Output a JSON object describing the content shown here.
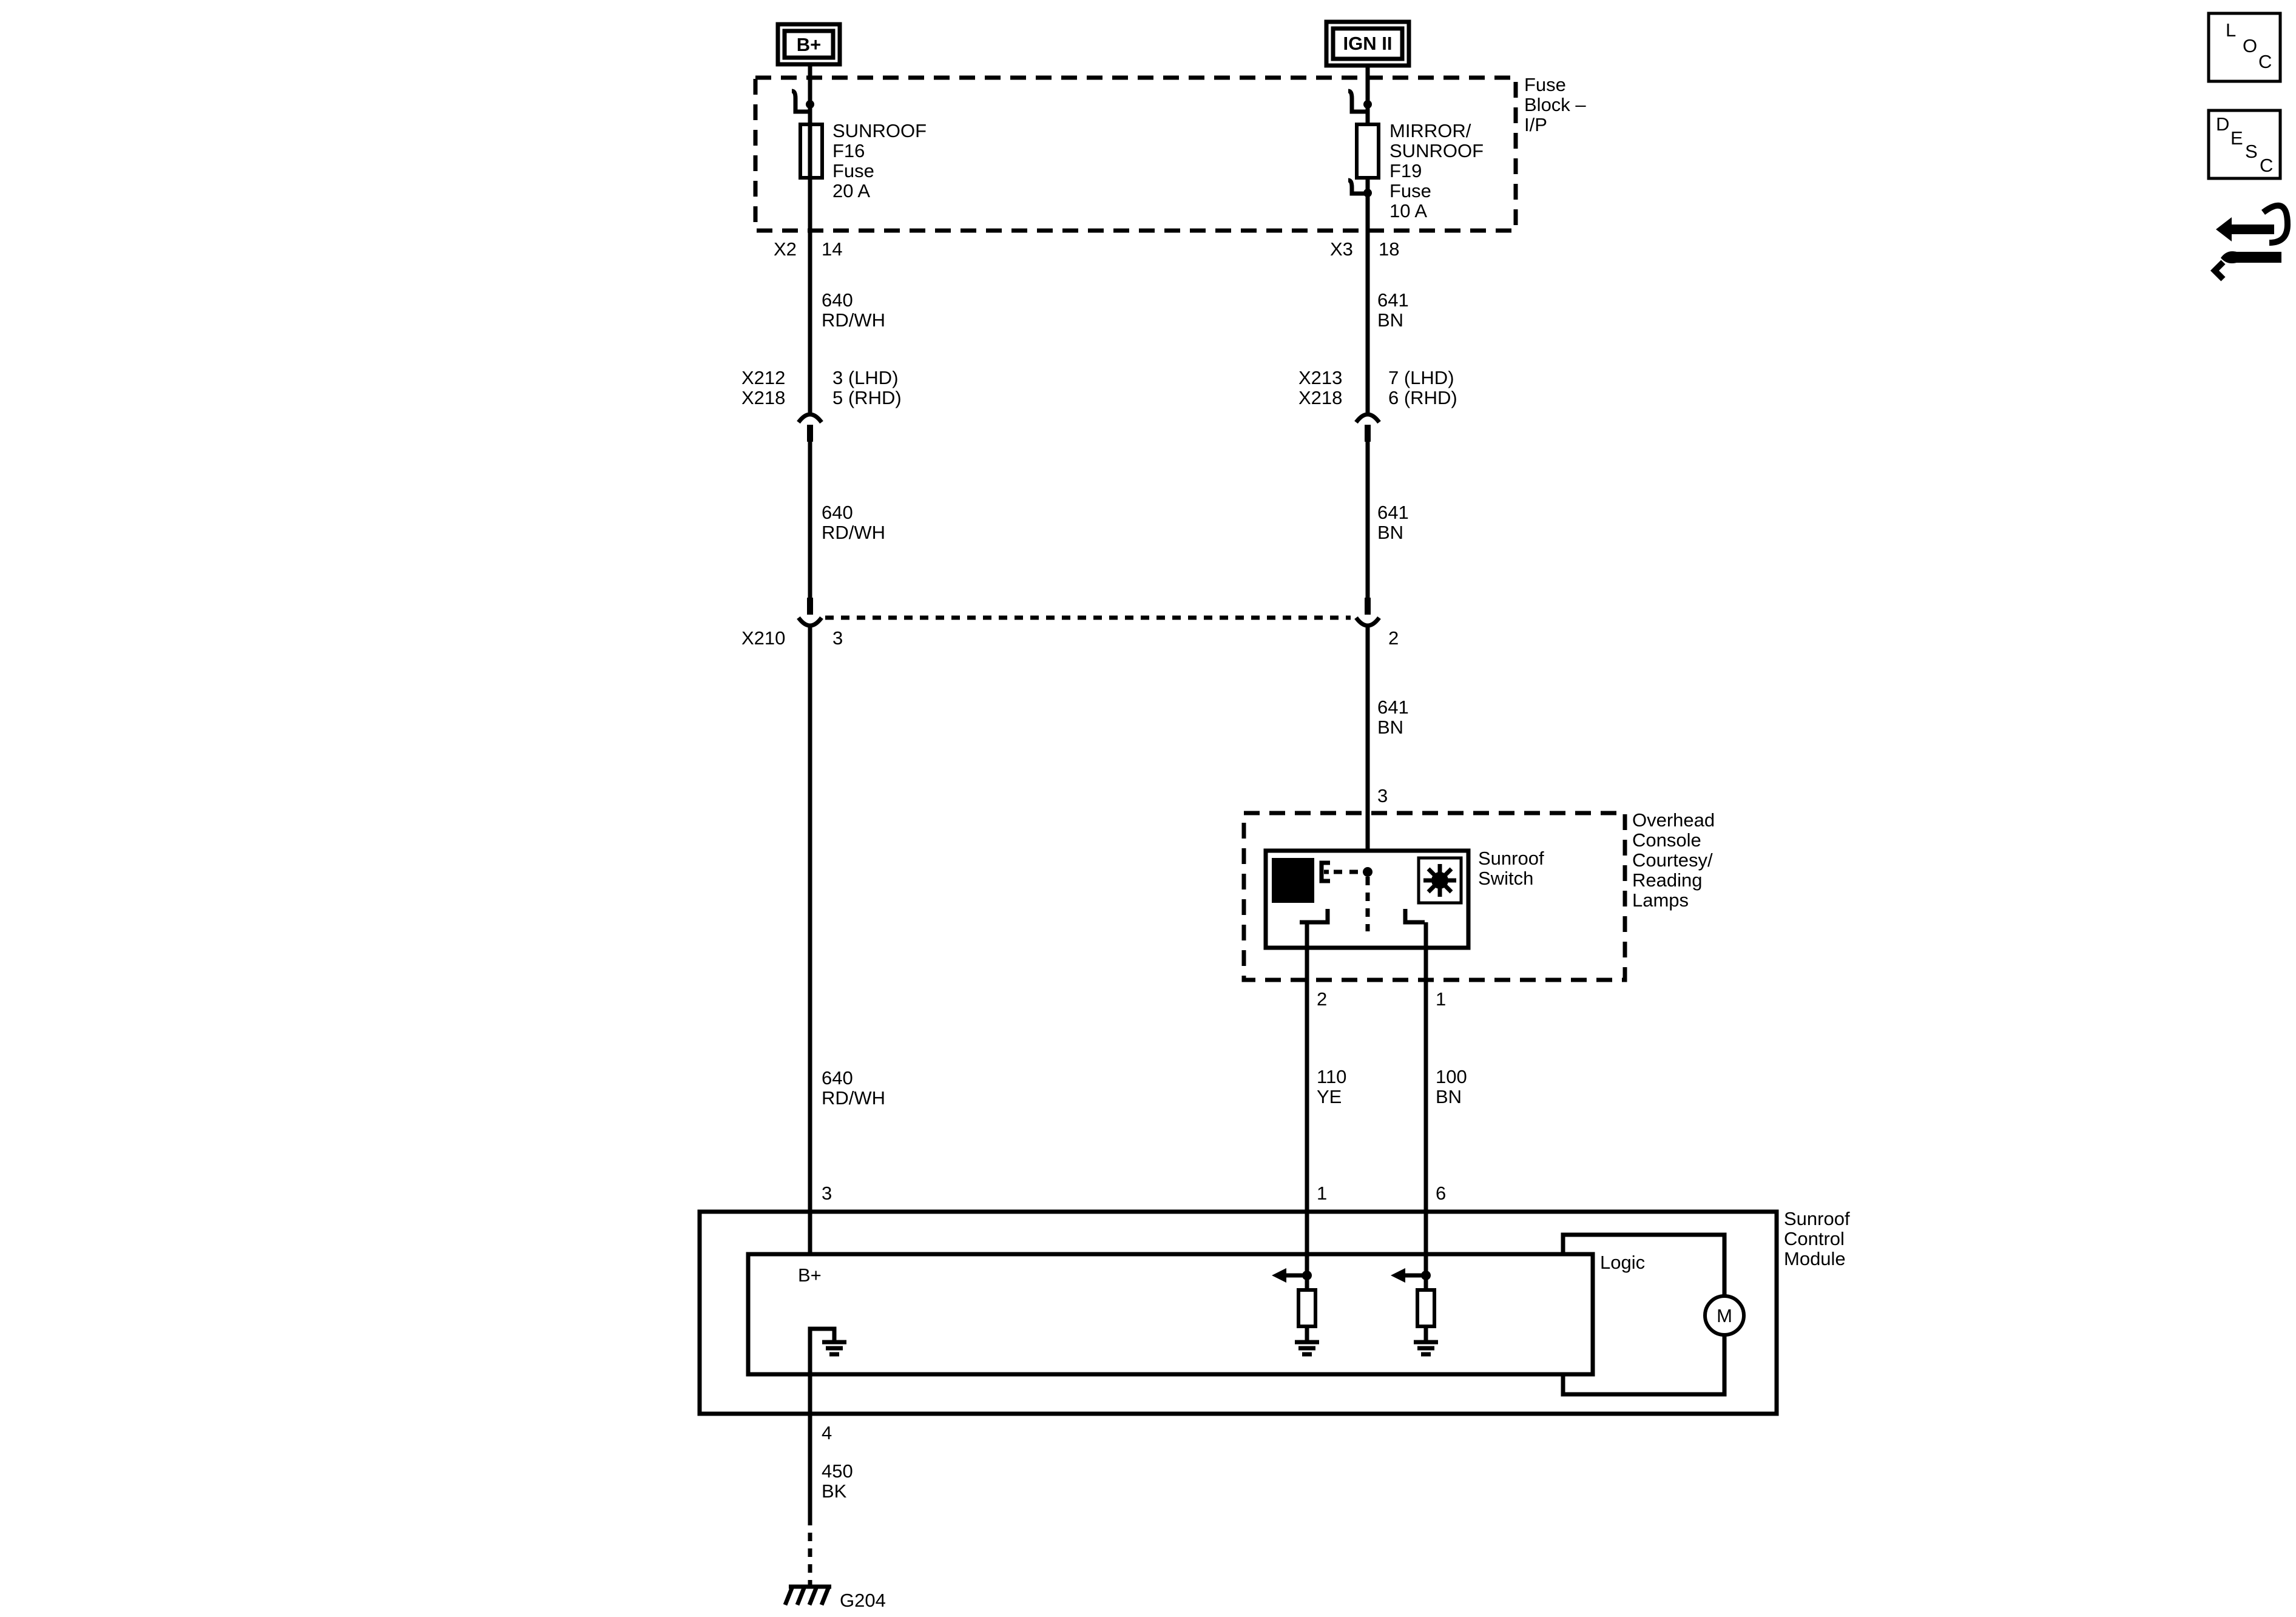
{
  "power_sources": {
    "bplus": "B+",
    "ign": "IGN II"
  },
  "fuse_block": {
    "label": [
      "Fuse",
      "Block –",
      "I/P"
    ]
  },
  "fuse_f16": {
    "lines": [
      "SUNROOF",
      "F16",
      "Fuse",
      "20 A"
    ],
    "conn": "X2",
    "pin": "14"
  },
  "fuse_f19": {
    "lines": [
      "MIRROR/",
      "SUNROOF",
      "F19",
      "Fuse",
      "10 A"
    ],
    "conn": "X3",
    "pin": "18"
  },
  "wires": {
    "w640": [
      "640",
      "RD/WH"
    ],
    "w641": [
      "641",
      "BN"
    ],
    "w110": [
      "110",
      "YE"
    ],
    "w100": [
      "100",
      "BN"
    ],
    "w450": [
      "450",
      "BK"
    ]
  },
  "inline_left": {
    "conns": [
      "X212",
      "X218"
    ],
    "pins": [
      "3 (LHD)",
      "5 (RHD)"
    ]
  },
  "inline_right": {
    "conns": [
      "X213",
      "X218"
    ],
    "pins": [
      "7 (LHD)",
      "6 (RHD)"
    ]
  },
  "x210": {
    "conn": "X210",
    "pin_left": "3",
    "pin_right": "2"
  },
  "overhead_console": {
    "label": [
      "Overhead",
      "Console",
      "Courtesy/",
      "Reading",
      "Lamps"
    ],
    "switch_label": [
      "Sunroof",
      "Switch"
    ],
    "pin_top": "3",
    "pin_left": "2",
    "pin_right": "1"
  },
  "sunroof_module": {
    "label": [
      "Sunroof",
      "Control",
      "Module"
    ],
    "pin_bplus": "3",
    "pin_110": "1",
    "pin_100": "6",
    "pin_ground": "4",
    "bplus_label": "B+",
    "logic_label": "Logic",
    "motor_label": "M"
  },
  "ground": {
    "label": "G204"
  },
  "nav_icons": {
    "loc": {
      "letters": [
        "L",
        "O",
        "C"
      ],
      "icon": "location-icon"
    },
    "desc": {
      "letters": [
        "D",
        "E",
        "S",
        "C"
      ],
      "icon": "description-icon"
    },
    "tools": {
      "icon": "connector-wrench-icon"
    }
  }
}
